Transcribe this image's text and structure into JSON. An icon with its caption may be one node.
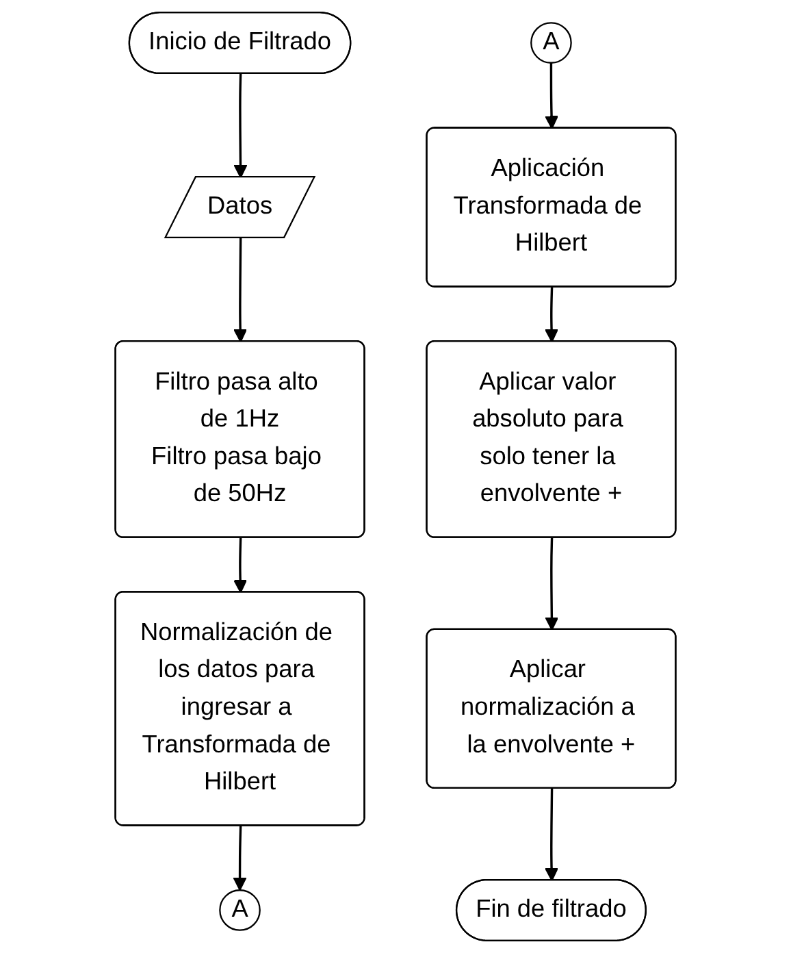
{
  "diagram": {
    "nodes": [
      {
        "text": [
          "Inicio de Filtrado"
        ]
      },
      {
        "text": [
          "Datos"
        ]
      },
      {
        "text": [
          "Filtro pasa alto de 1Hz",
          "Filtro pasa bajo de 50Hz"
        ]
      },
      {
        "text": [
          "Normalización de los datos para ingresar a Transformada de Hilbert"
        ]
      },
      {
        "text": [
          "A"
        ]
      },
      {
        "text": [
          "A"
        ]
      },
      {
        "text": [
          "Aplicación Transformada de Hilbert"
        ]
      },
      {
        "text": [
          "Aplicar valor absoluto para solo tener la envolvente +"
        ]
      },
      {
        "text": [
          "Aplicar normalización a la envolvente +"
        ]
      },
      {
        "text": [
          "Fin de filtrado"
        ]
      }
    ],
    "edges": [
      {
        "from": 0,
        "to": 1,
        "arrow": "to"
      },
      {
        "from": 1,
        "to": 2,
        "arrow": "to"
      },
      {
        "from": 2,
        "to": 3,
        "arrow": "to"
      },
      {
        "from": 3,
        "to": 4,
        "arrow": "to"
      },
      {
        "from": 5,
        "to": 6,
        "arrow": "to"
      },
      {
        "from": 6,
        "to": 7,
        "arrow": "to"
      },
      {
        "from": 7,
        "to": 8,
        "arrow": "to"
      },
      {
        "from": 8,
        "to": 9,
        "arrow": "to"
      }
    ]
  }
}
